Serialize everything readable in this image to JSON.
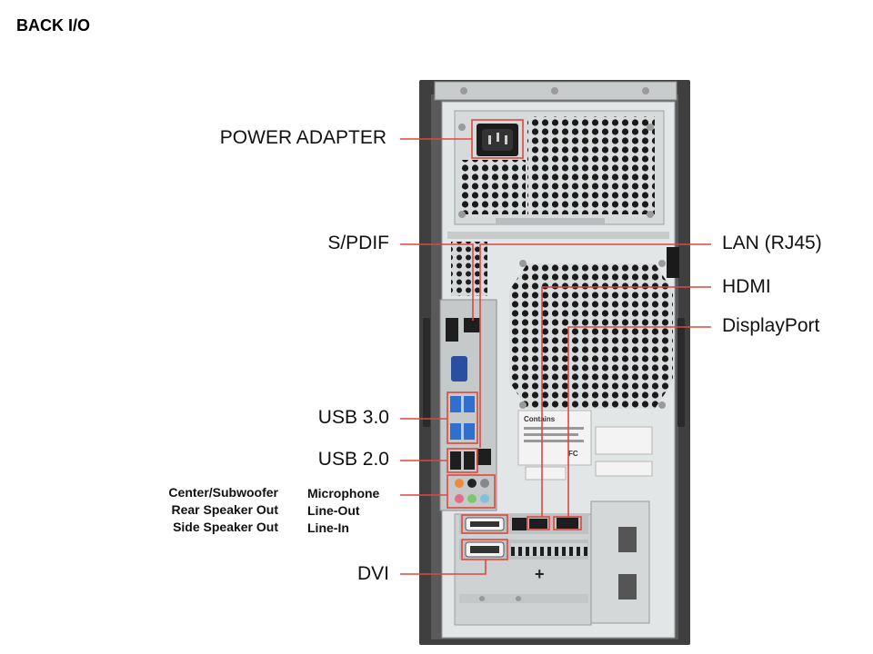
{
  "title": "BACK I/O",
  "labels": {
    "power_adapter": "POWER ADAPTER",
    "spdif": "S/PDIF",
    "usb30": "USB 3.0",
    "usb20": "USB 2.0",
    "dvi": "DVI",
    "lan": "LAN (RJ45)",
    "hdmi": "HDMI",
    "displayport": "DisplayPort",
    "audio_left": [
      "Center/Subwoofer",
      "Rear Speaker Out",
      "Side Speaker Out"
    ],
    "audio_right": [
      "Microphone",
      "Line-Out",
      "Line-In"
    ]
  },
  "case_text": {
    "contains": "Contains",
    "fc": "FC"
  },
  "colors": {
    "callout": "#e0473f",
    "case_frame": "#4a4a4a",
    "panel": "#dcdfe0",
    "port_blue": "#2f6fd0",
    "audio_pink": "#e86b8a",
    "audio_green": "#7bc86c",
    "audio_lightblue": "#7fc2e0",
    "audio_orange": "#f08a3c",
    "audio_black": "#222222",
    "audio_grey": "#888888"
  },
  "icons": [
    "power-socket-icon",
    "vent-grille-icon",
    "screw-icon"
  ]
}
